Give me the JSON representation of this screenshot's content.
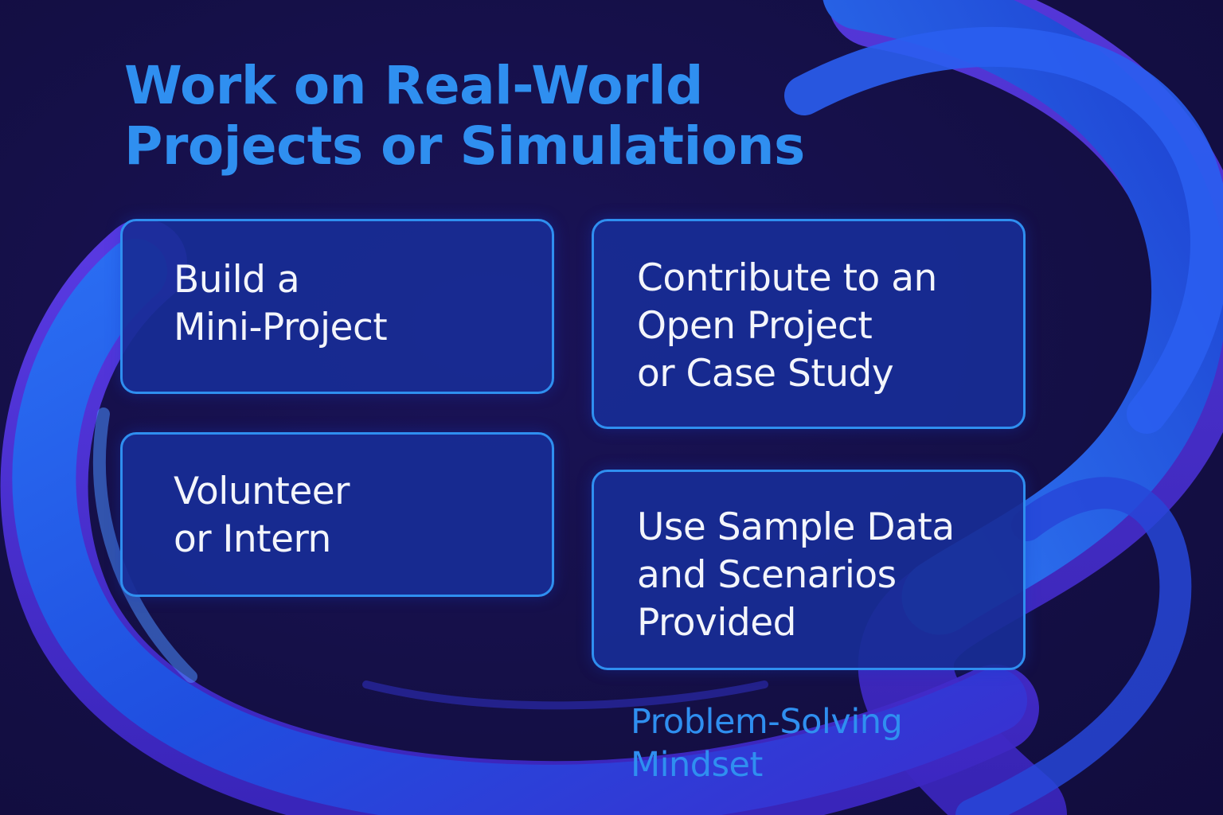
{
  "title": {
    "line1": "Work on Real-World",
    "line2": "Projects or Simulations"
  },
  "cards": [
    {
      "lines": [
        "Build a",
        "Mini-Project"
      ]
    },
    {
      "lines": [
        "Contribute to an",
        "Open Project",
        "or Case Study"
      ]
    },
    {
      "lines": [
        "Volunteer",
        "or Intern"
      ]
    },
    {
      "lines": [
        "Use Sample Data",
        "and Scenarios",
        "Provided"
      ]
    }
  ],
  "footer": {
    "line1": "Problem-Solving",
    "line2": "Mindset"
  },
  "colors": {
    "background": "#140f45",
    "accent": "#2f8ff0",
    "card_fill": "#182d96",
    "text": "#f3f5fb"
  }
}
